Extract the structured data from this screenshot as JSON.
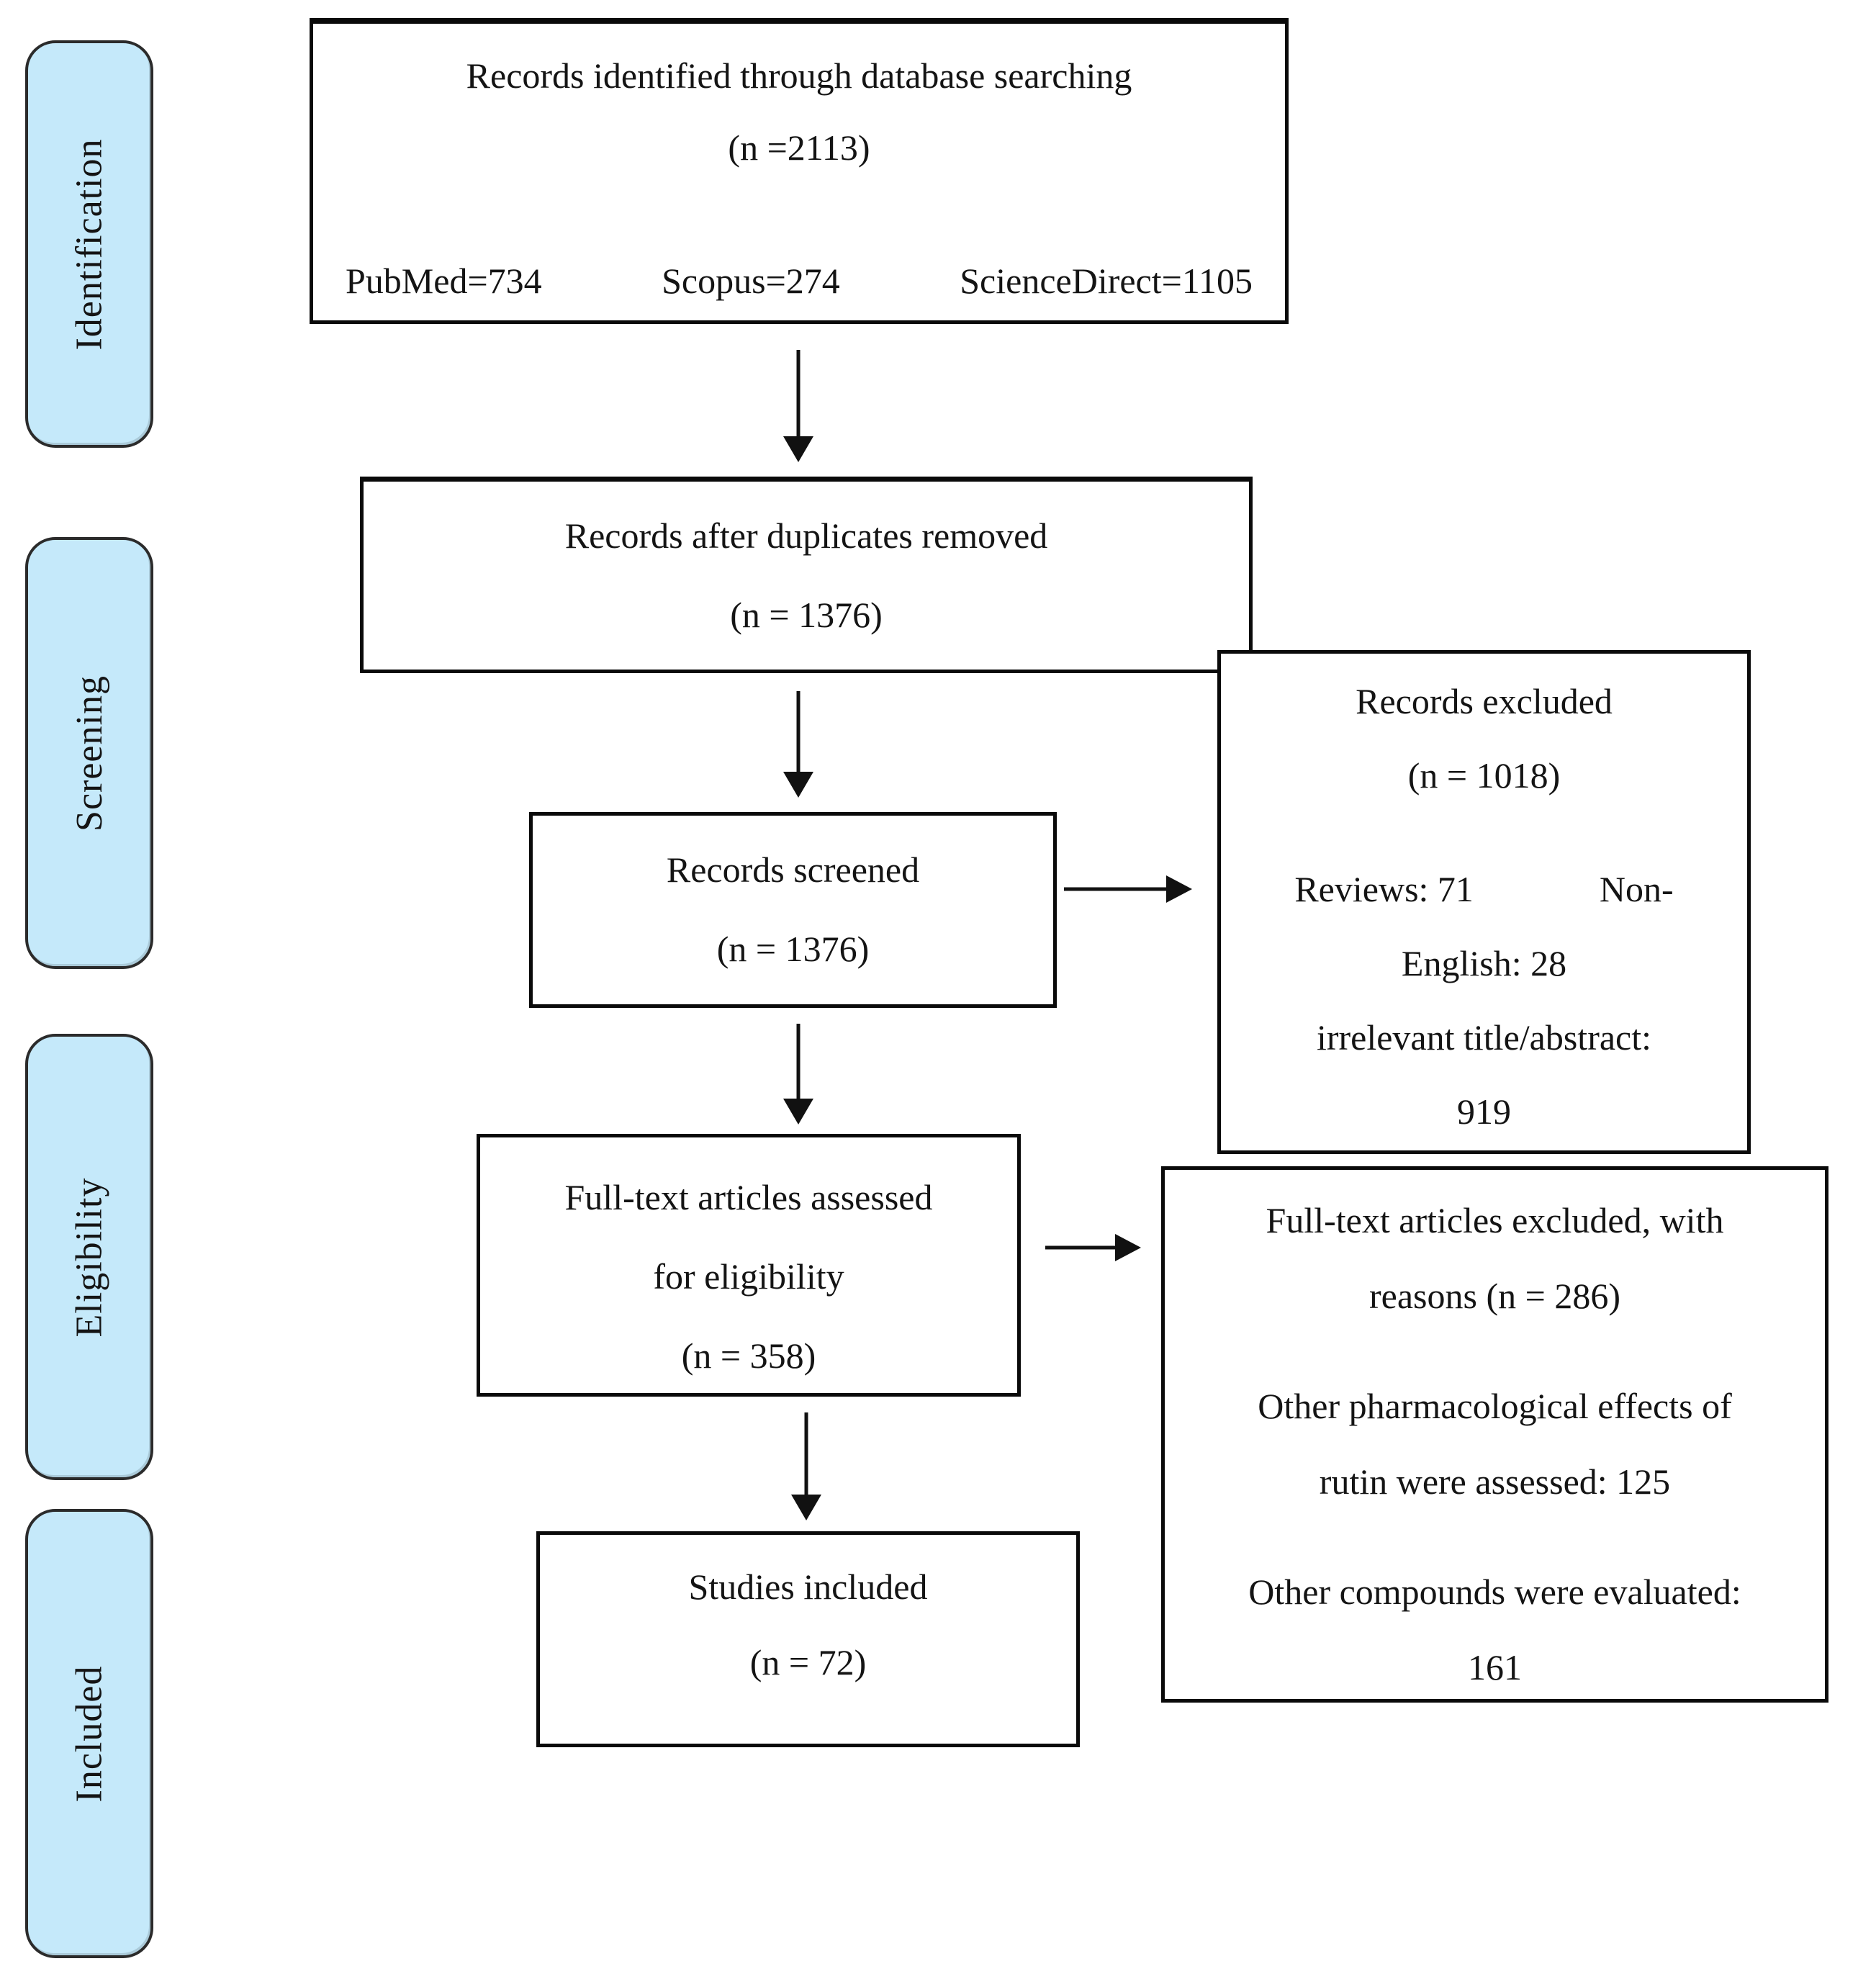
{
  "stages": [
    {
      "label": "Identification"
    },
    {
      "label": "Screening"
    },
    {
      "label": "Eligibility"
    },
    {
      "label": "Included"
    }
  ],
  "boxes": {
    "identified": {
      "title": "Records identified through database searching",
      "count": "(n =2113)",
      "sources": [
        "PubMed=734",
        "Scopus=274",
        "ScienceDirect=1105"
      ]
    },
    "duplicates_removed": {
      "title": "Records after duplicates removed",
      "count": "(n = 1376)"
    },
    "screened": {
      "title": "Records screened",
      "count": "(n = 1376)"
    },
    "records_excluded": {
      "title": "Records excluded",
      "count": "(n = 1018)",
      "reasons": [
        "Reviews: 71              Non-",
        "English: 28",
        "irrelevant title/abstract:",
        "919"
      ]
    },
    "fulltext_assessed": {
      "title_lines": [
        "Full-text articles assessed",
        "for eligibility"
      ],
      "count": "(n = 358)"
    },
    "fulltext_excluded": {
      "title_lines": [
        "Full-text articles excluded, with",
        "reasons (n = 286)"
      ],
      "reason1_lines": [
        "Other pharmacological effects of",
        "rutin were assessed: 125"
      ],
      "reason2_lines": [
        "Other compounds were evaluated:",
        "161"
      ]
    },
    "included": {
      "title": "Studies included",
      "count": "(n = 72)"
    }
  },
  "colors": {
    "stage_fill": "#c5e9fa",
    "stage_border": "#2b2b2b",
    "box_fill": "#ffffff",
    "box_border": "#0a0a0a",
    "arrow": "#111111",
    "text": "#141414",
    "background": "#ffffff"
  }
}
